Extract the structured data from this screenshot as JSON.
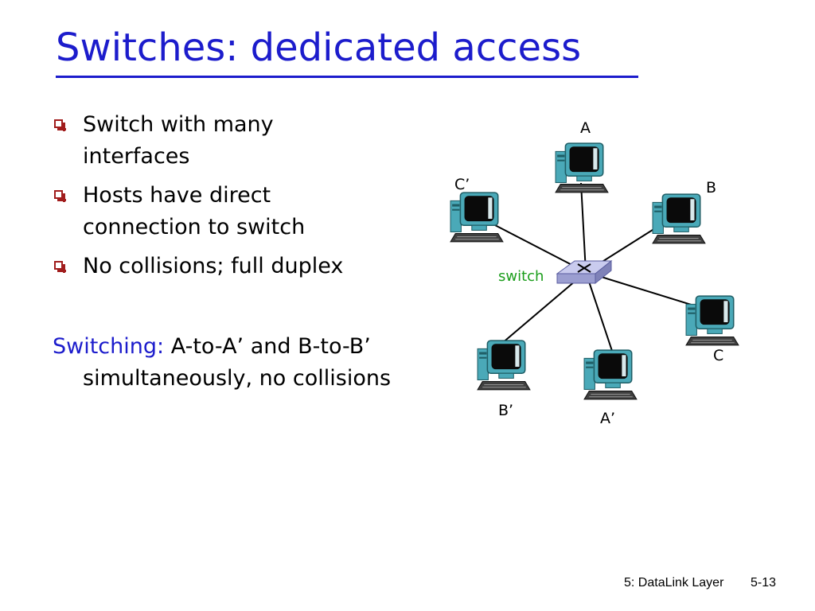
{
  "slide": {
    "title": "Switches: dedicated access",
    "bullets": [
      {
        "line1": "Switch with many",
        "line2": "interfaces"
      },
      {
        "line1": "Hosts have direct",
        "line2": "connection to switch"
      },
      {
        "line1": "No collisions; full duplex"
      }
    ],
    "switching": {
      "label": "Switching:",
      "line1_rest": " A-to-A’ and B-to-B’",
      "line2": "simultaneously, no collisions"
    }
  },
  "diagram": {
    "switch_label": "switch",
    "hosts": {
      "A": "A",
      "B": "B",
      "C": "C",
      "A_prime": "A’",
      "B_prime": "B’",
      "C_prime": "C’"
    }
  },
  "footer": {
    "chapter": "5: DataLink Layer",
    "page": "5-13"
  },
  "colors": {
    "title": "#1c1ccc",
    "bullet_box": "#a11d1d",
    "switch_label": "#1b9e1b",
    "switch_body": "#a9acd8",
    "monitor_screen": "#0a0a0a",
    "monitor_frame": "#3fa7b5"
  },
  "icons": [
    "computer-icon",
    "switch-icon",
    "bullet-box-icon"
  ]
}
